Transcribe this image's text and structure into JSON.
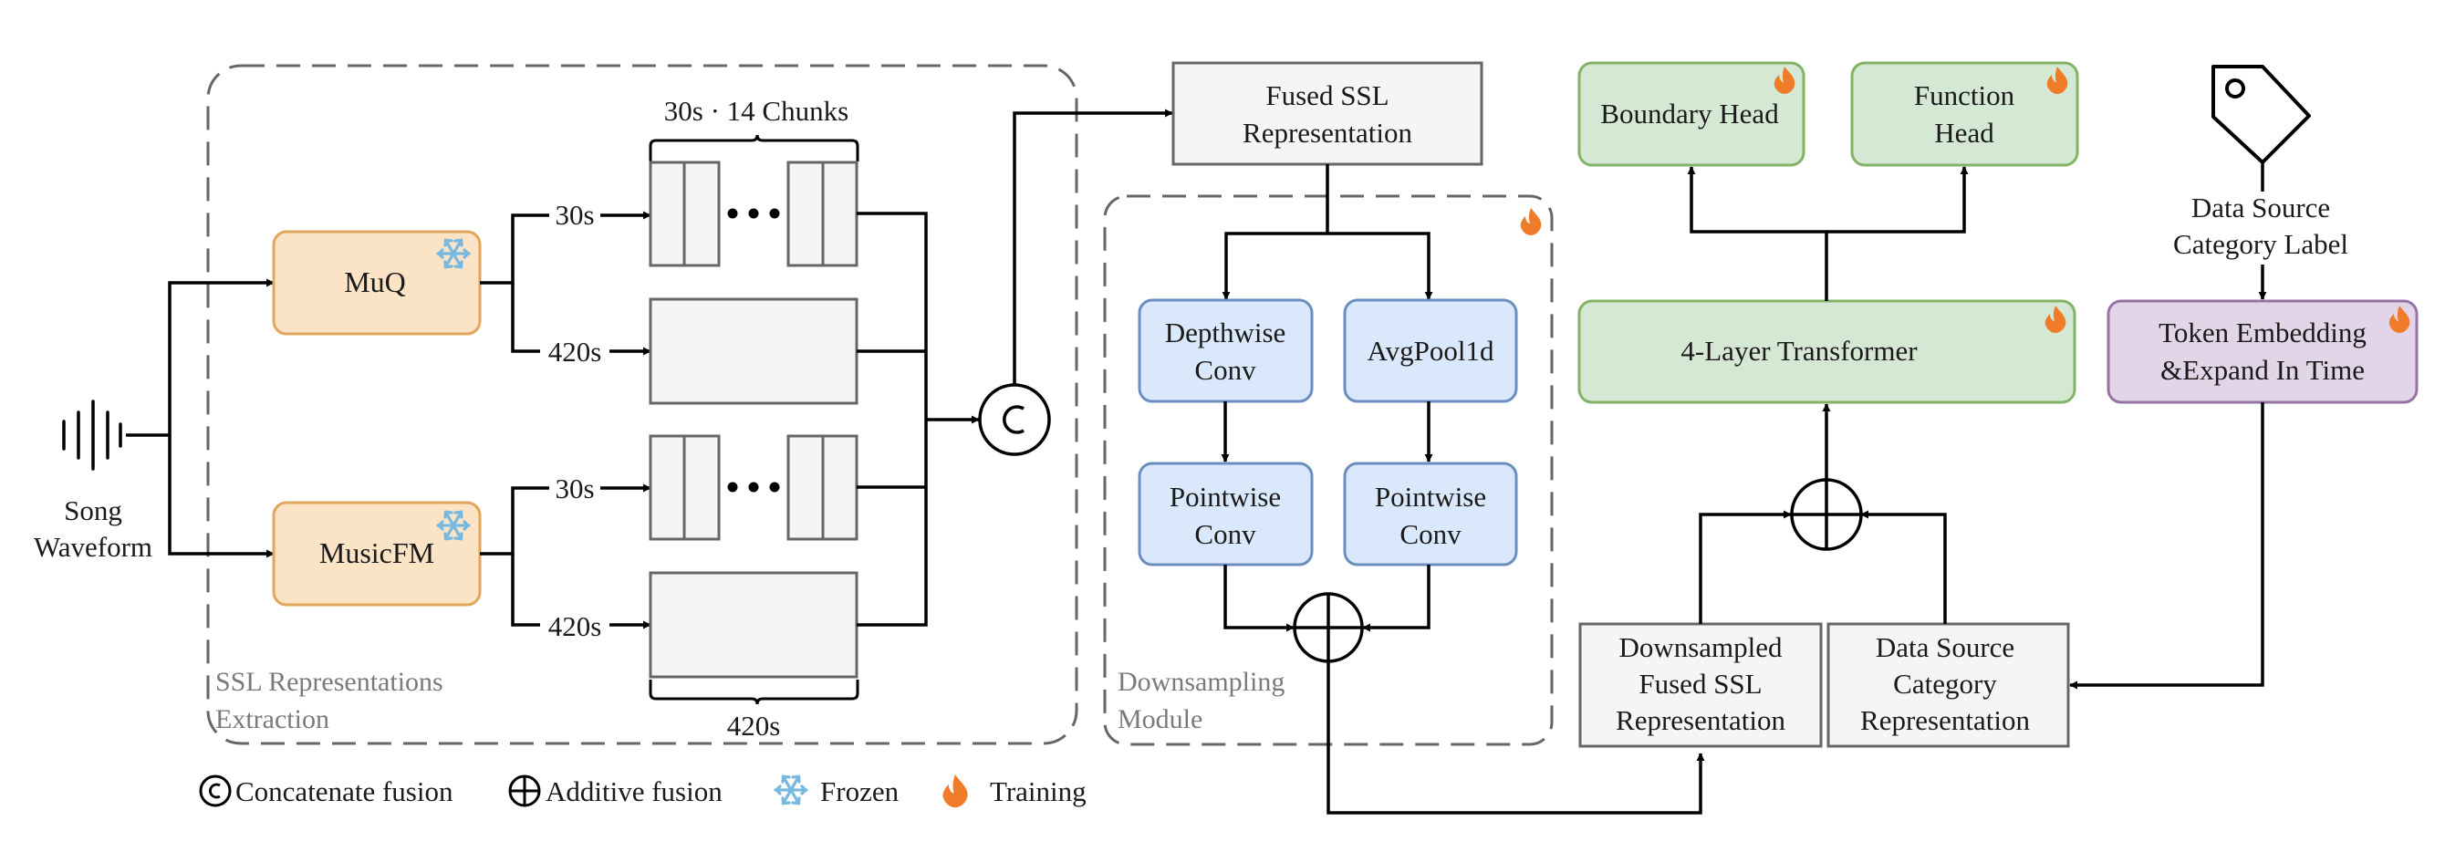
{
  "input": {
    "label_line1": "Song",
    "label_line2": "Waveform"
  },
  "ssl_group": {
    "label_line1": "SSL Representations",
    "label_line2": "Extraction"
  },
  "encoders": {
    "muq": "MuQ",
    "musicfm": "MusicFM"
  },
  "branch_labels": {
    "short": "30s",
    "long": "420s"
  },
  "chunk_brace": "30s · 14 Chunks",
  "bottom_brace": "420s",
  "fused": {
    "line1": "Fused SSL",
    "line2": "Representation"
  },
  "downsampling": {
    "label_line1": "Downsampling",
    "label_line2": "Module",
    "depthwise_line1": "Depthwise",
    "depthwise_line2": "Conv",
    "avgpool": "AvgPool1d",
    "pointwise_line1": "Pointwise",
    "pointwise_line2": "Conv"
  },
  "downsampled": {
    "line1": "Downsampled",
    "line2": "Fused SSL",
    "line3": "Representation"
  },
  "data_source_repr": {
    "line1": "Data Source",
    "line2": "Category",
    "line3": "Representation"
  },
  "transformer": "4-Layer Transformer",
  "boundary_head": "Boundary Head",
  "function_head": {
    "line1": "Function",
    "line2": "Head"
  },
  "data_source_label": {
    "line1": "Data Source",
    "line2": "Category Label"
  },
  "token_embedding": {
    "line1": "Token Embedding",
    "line2": "&Expand In Time"
  },
  "legend": {
    "concat": "Concatenate fusion",
    "additive": "Additive fusion",
    "frozen": "Frozen",
    "training": "Training"
  },
  "colors": {
    "orange_fill": "#fbe3c6",
    "orange_stroke": "#e2a55c",
    "blue_fill": "#dae8fc",
    "blue_stroke": "#6c8ebf",
    "green_fill": "#d5e8d4",
    "green_stroke": "#82b366",
    "purple_fill": "#e1d5e7",
    "purple_stroke": "#9673a6",
    "gray_fill": "#f5f5f5",
    "gray_stroke": "#666666",
    "flame": "#f07c2a",
    "snow": "#76b8e0"
  }
}
